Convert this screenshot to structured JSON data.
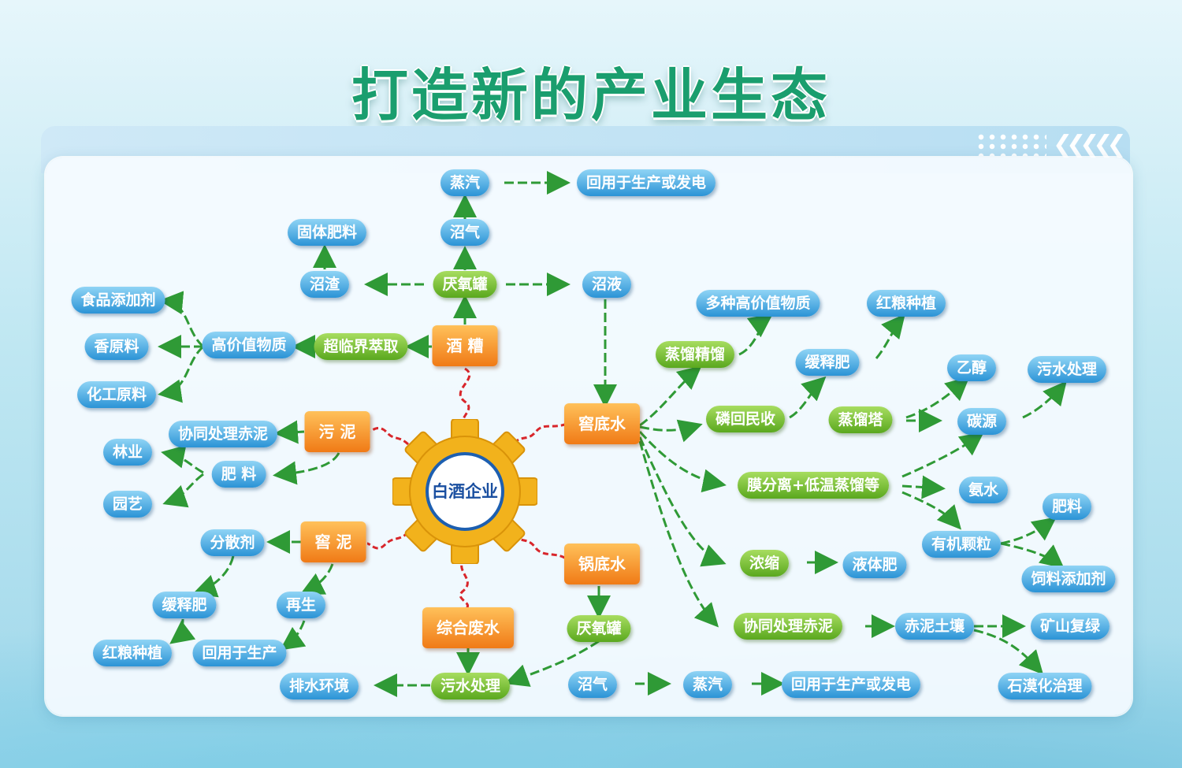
{
  "title": "打造新的产业生态",
  "colors": {
    "blue": "#2b93d6",
    "green": "#5aa81e",
    "orange": "#f07a16",
    "gear": "#f2b21c",
    "link_red": "#d8262b",
    "link_green": "#2f9a36"
  },
  "center": "白酒企业",
  "nodes": {
    "steam_top": "蒸汽",
    "reuse_power_top": "回用于生产或发电",
    "biogas_top": "沼气",
    "solid_fertilizer": "固体肥料",
    "biogas_residue": "沼渣",
    "anaerobic_tank_top": "厌氧罐",
    "biogas_liquid": "沼液",
    "food_additive": "食品添加剂",
    "spice_material": "香原料",
    "chemical_material": "化工原料",
    "high_value_substance": "高价值物质",
    "supercritical_extraction": "超临界萃取",
    "distillers_grains": "酒 糟",
    "various_high_value": "多种高价值物质",
    "red_sorghum_right": "红粮种植",
    "distill_refine": "蒸馏精馏",
    "slow_release_right": "缓释肥",
    "ethanol": "乙醇",
    "sewage_treatment_right": "污水处理",
    "phosphorus_recovery": "磷回民收",
    "distill_tower": "蒸馏塔",
    "carbon_source": "碳源",
    "pit_water": "窖底水",
    "sludge": "污 泥",
    "co_treat_red_mud_left": "协同处理赤泥",
    "forestry": "林业",
    "fertilizer_left": "肥 料",
    "horticulture": "园艺",
    "membrane_separation": "膜分离+低温蒸馏等",
    "ammonia": "氨水",
    "fertilizer_right": "肥料",
    "organic_granule": "有机颗粒",
    "feed_additive": "饲料添加剂",
    "dispersant": "分散剂",
    "pit_mud": "窖 泥",
    "slow_release_left": "缓释肥",
    "regeneration": "再生",
    "red_sorghum_left": "红粮种植",
    "reuse_production": "回用于生产",
    "boiler_water": "锅底水",
    "concentrate": "浓缩",
    "liquid_fertilizer": "液体肥",
    "anaerobic_tank_bottom": "厌氧罐",
    "co_treat_red_mud_right": "协同处理赤泥",
    "red_mud_soil": "赤泥土壤",
    "mine_regreening": "矿山复绿",
    "comprehensive_wastewater": "综合废水",
    "drainage_environment": "排水环境",
    "sewage_treatment_bottom": "污水处理",
    "biogas_bottom": "沼气",
    "steam_bottom": "蒸汽",
    "reuse_power_bottom": "回用于生产或发电",
    "rocky_desertification": "石漠化治理"
  }
}
